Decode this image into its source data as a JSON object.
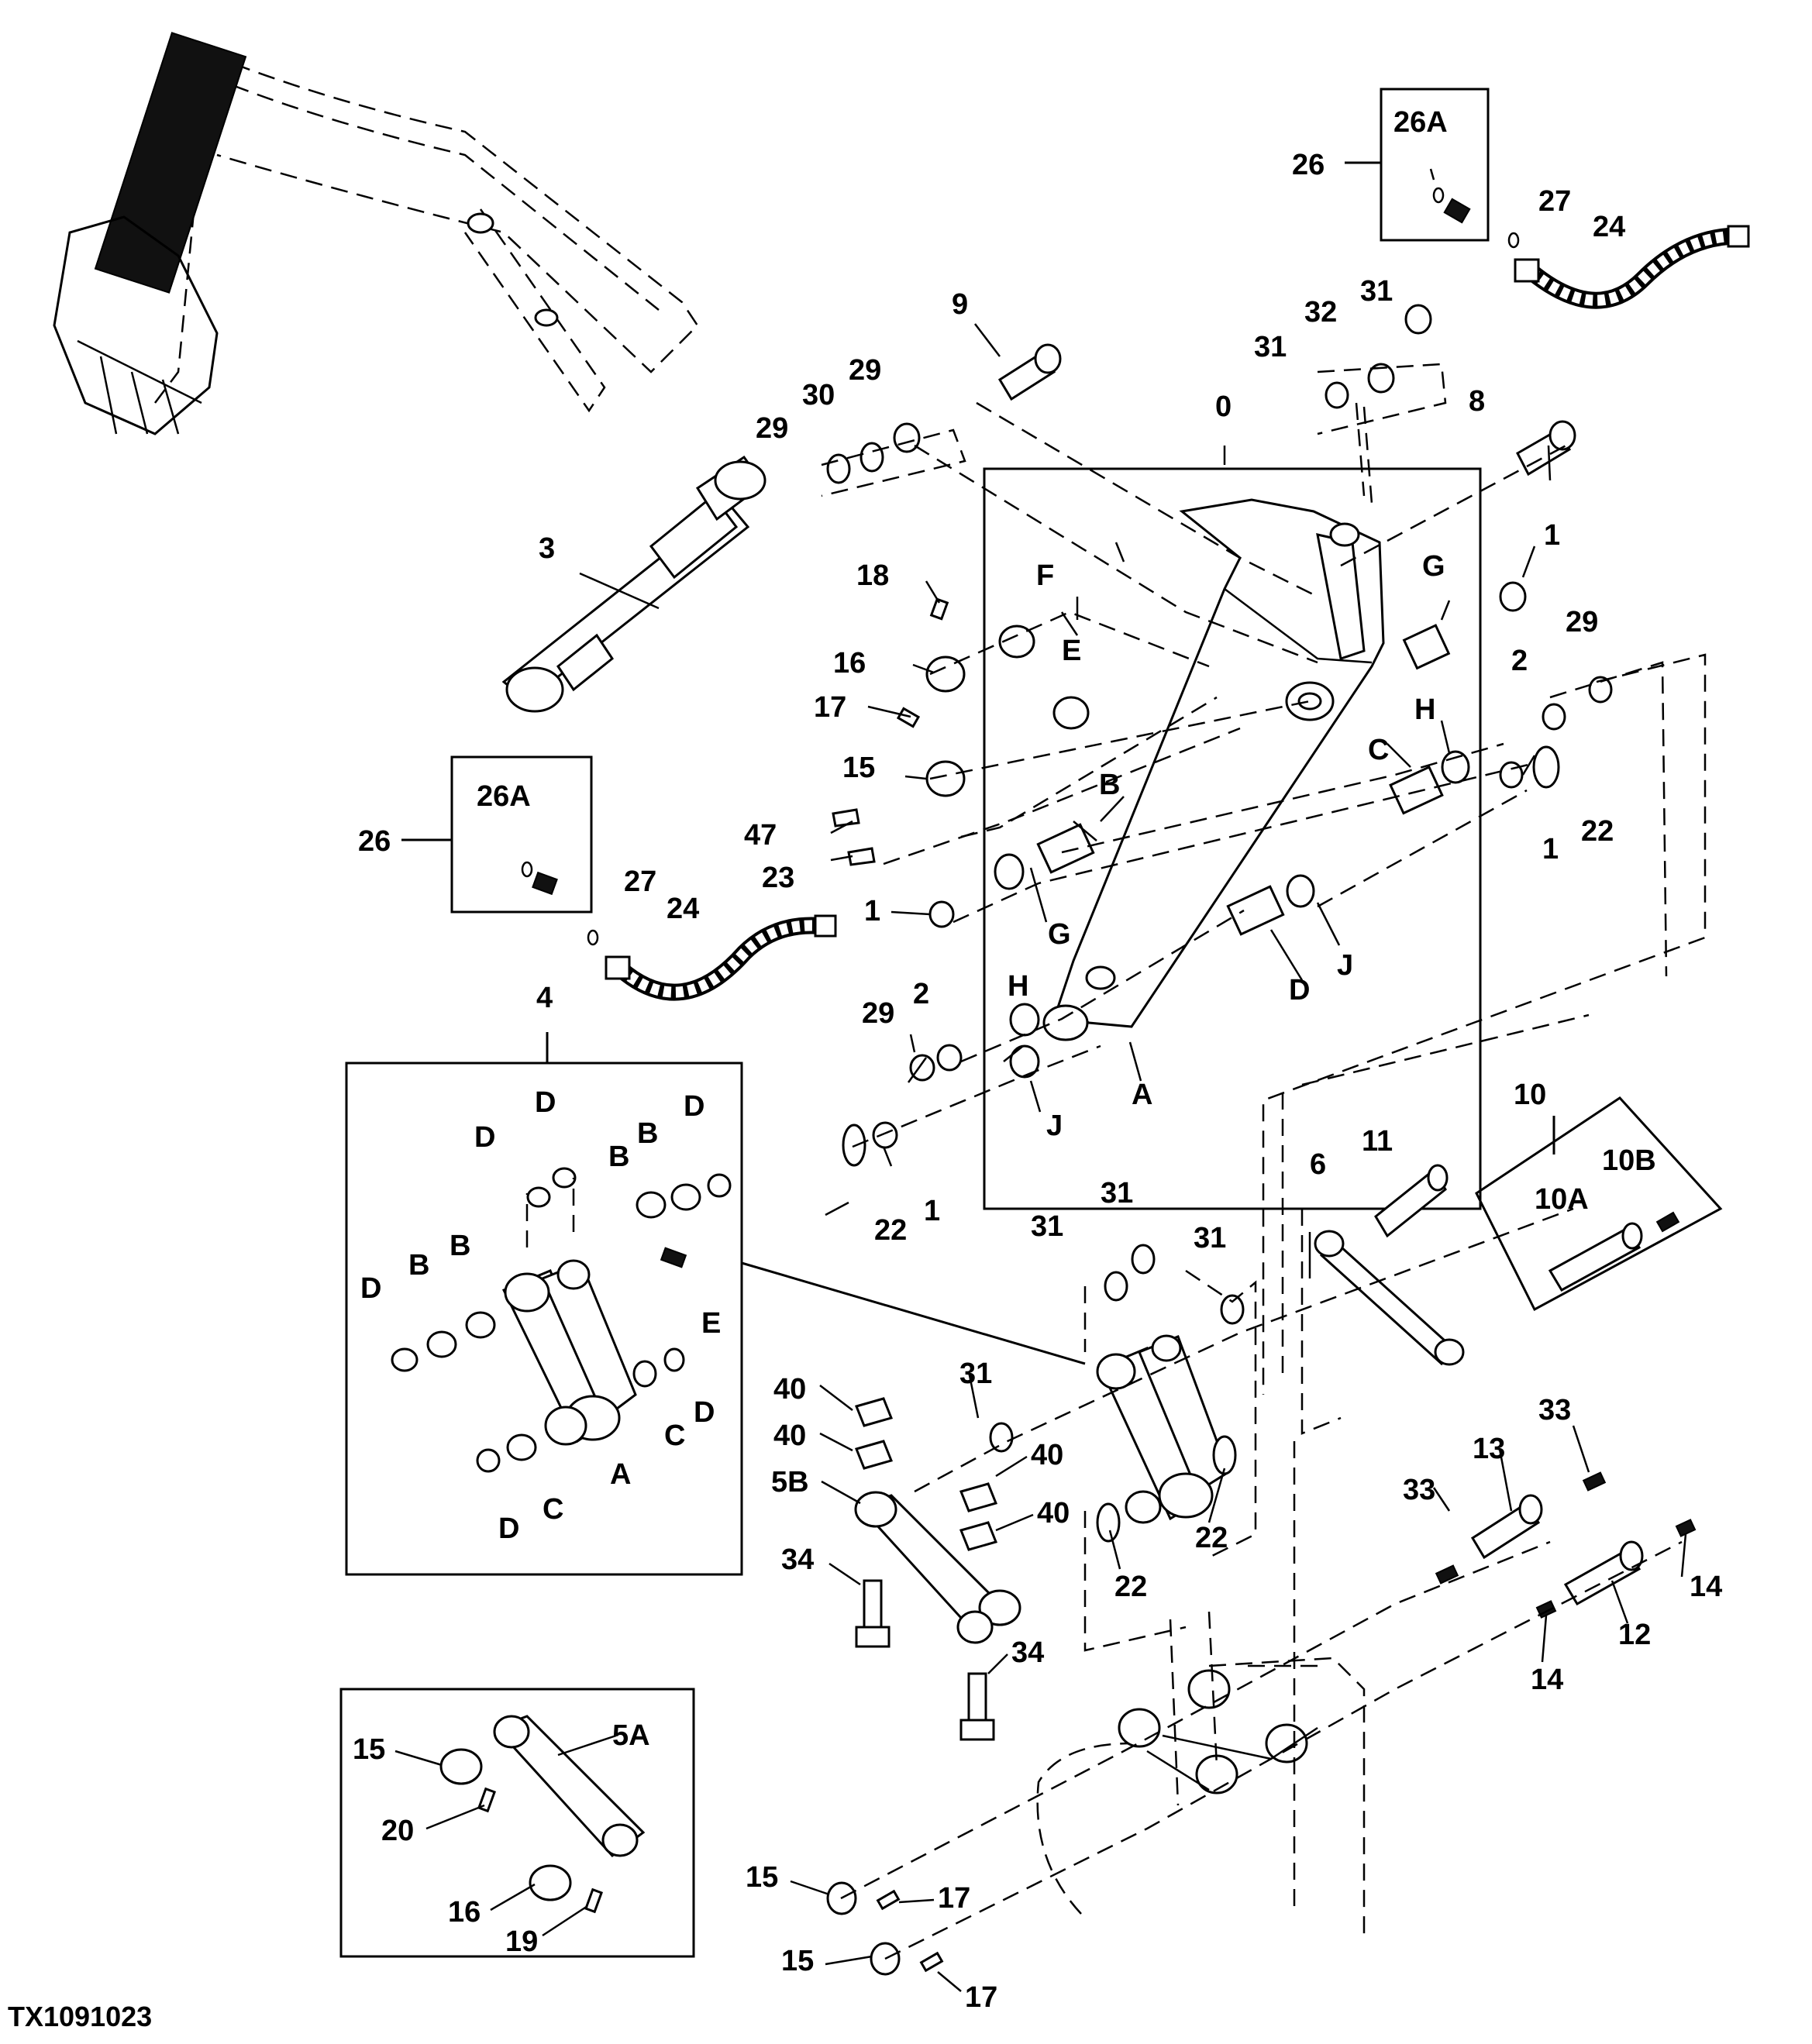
{
  "figure_id": "TX1091023",
  "labels": {
    "c0": "0",
    "c1": "1",
    "c2": "2",
    "c3": "3",
    "c4": "4",
    "c5a": "5A",
    "c5b": "5B",
    "c6": "6",
    "c8": "8",
    "c9": "9",
    "c10": "10",
    "c10a": "10A",
    "c10b": "10B",
    "c11": "11",
    "c12": "12",
    "c13": "13",
    "c14": "14",
    "c15": "15",
    "c16": "16",
    "c17": "17",
    "c18": "18",
    "c19": "19",
    "c20": "20",
    "c22": "22",
    "c23": "23",
    "c24": "24",
    "c26": "26",
    "c26a": "26A",
    "c27": "27",
    "c29": "29",
    "c30": "30",
    "c31": "31",
    "c32": "32",
    "c33": "33",
    "c34": "34",
    "c40": "40",
    "c47": "47",
    "A": "A",
    "B": "B",
    "C": "C",
    "D": "D",
    "E": "E",
    "F": "F",
    "G": "G",
    "H": "H",
    "J": "J"
  }
}
